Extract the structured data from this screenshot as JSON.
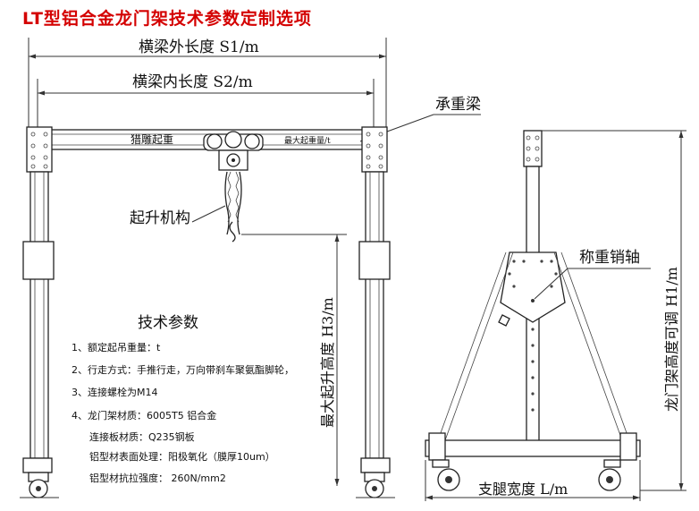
{
  "title": "LT型铝合金龙门架技术参数定制选项",
  "labels": {
    "beam_outer_length": "横梁外长度 S1/m",
    "beam_inner_length": "横梁内长度 S2/m",
    "load_beam": "承重梁",
    "trolley": "猎雕起重",
    "max_load": "最大起重量/t",
    "hoist": "起升机构",
    "max_lift_height": "最大起升高度 H3/m",
    "load_pin": "称重销轴",
    "adjustable_height": "龙门架高度可调 H1/m",
    "leg_width": "支腿宽度 L/m"
  },
  "specs": {
    "heading": "技术参数",
    "items": [
      "1、额定起吊重量：t",
      "2、行走方式：手推行走，万向带刹车聚氨酯脚轮，",
      "3、连接螺栓为M14",
      "4、龙门架材质：6005T5 铝合金",
      "连接板材质：Q235钢板",
      "铝型材表面处理：阳极氧化（膜厚10um）",
      "铝型材抗拉强度： 260N/mm2"
    ]
  }
}
